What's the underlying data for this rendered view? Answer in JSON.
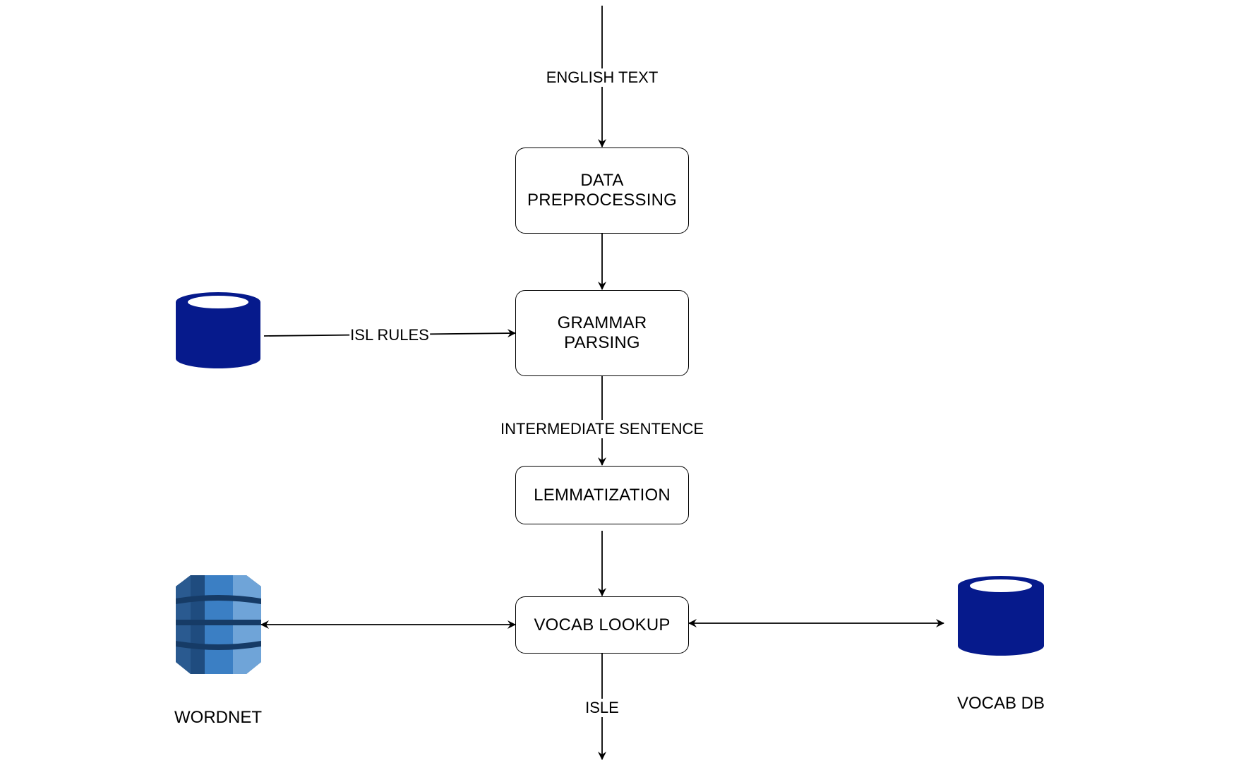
{
  "process_steps": {
    "data_preprocessing": "DATA PREPROCESSING",
    "grammar_parsing": "GRAMMAR PARSING",
    "lemmatization": "LEMMATIZATION",
    "vocab_lookup": "VOCAB LOOKUP"
  },
  "flow_labels": {
    "english_text": "ENGLISH TEXT",
    "isl_rules": "ISL RULES",
    "intermediate_sentence": "INTERMEDIATE SENTENCE",
    "isle": "ISLE"
  },
  "stores": {
    "wordnet": "WORDNET",
    "vocab_db": "VOCAB DB"
  },
  "colors": {
    "db_fill": "#061a8c",
    "db_top": "#ffffff",
    "wordnet_dark": "#1f4c7f",
    "wordnet_mid": "#3b7fc4",
    "wordnet_light": "#6fa4d8",
    "wordnet_band": "#163b66",
    "line": "#000000"
  },
  "icons": {
    "isl_rules_db": "database-icon",
    "wordnet": "dynamodb-icon",
    "vocab_db": "database-icon"
  }
}
